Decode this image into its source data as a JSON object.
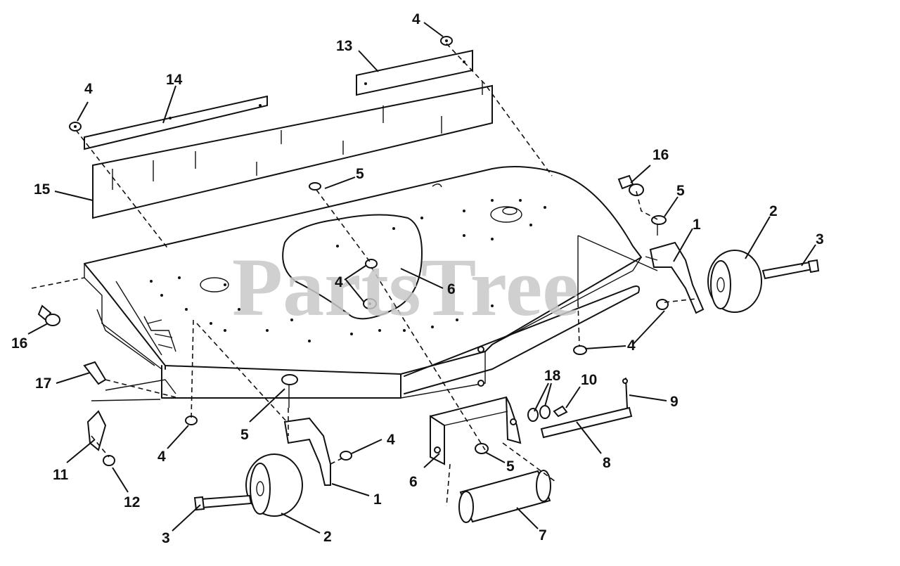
{
  "watermark": "PartsTree",
  "callouts": {
    "c4_top": "4",
    "c13": "13",
    "c4_left": "4",
    "c14": "14",
    "c15": "15",
    "c5_top": "5",
    "c16_right": "16",
    "c5_right": "5",
    "c1_right": "1",
    "c2_right": "2",
    "c3_right": "3",
    "c4_center": "4",
    "c6_center": "6",
    "c16_left": "16",
    "c4_mid_right": "4",
    "c17": "17",
    "c18": "18",
    "c10": "10",
    "c9": "9",
    "c5_lower_left": "5",
    "c4_lower_left": "4",
    "c4_lower_mid": "4",
    "c11": "11",
    "c6_lower": "6",
    "c5_lower_mid": "5",
    "c8": "8",
    "c12": "12",
    "c1_lower": "1",
    "c3_lower": "3",
    "c2_lower": "2",
    "c7": "7"
  }
}
